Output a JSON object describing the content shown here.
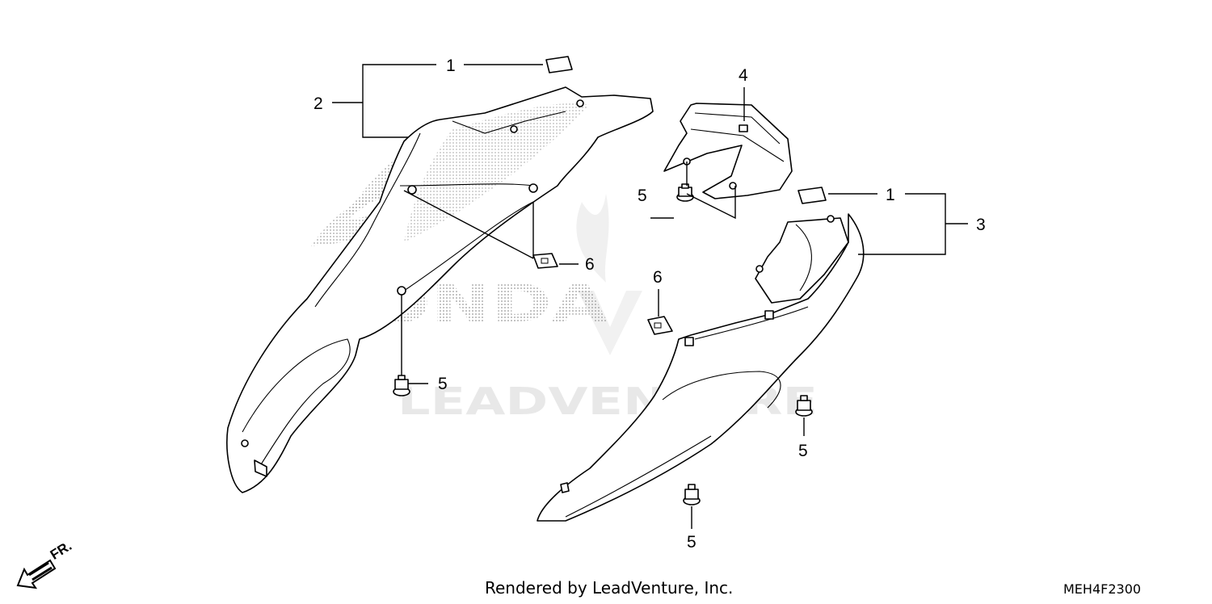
{
  "callouts": {
    "c1a": "1",
    "c2": "2",
    "c4": "4",
    "c5a": "5",
    "c1b": "1",
    "c3": "3",
    "c6a": "6",
    "c6b": "6",
    "c5b": "5",
    "c5c": "5",
    "c5d": "5"
  },
  "watermark": {
    "brand": "HONDA",
    "company": "LEADVENTURE"
  },
  "footer": {
    "credit": "Rendered by LeadVenture, Inc.",
    "diagram_code": "MEH4F2300"
  },
  "direction": {
    "label": "FR."
  }
}
